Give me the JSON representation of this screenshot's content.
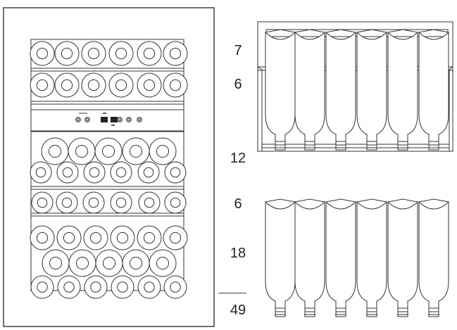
{
  "capacities": {
    "shelf_1": "7",
    "shelf_2": "6",
    "zone_mid": "12",
    "shelf_4": "6",
    "zone_bottom": "18",
    "total": "49"
  },
  "icons": {
    "cabinet": "wine-cabinet-front-icon",
    "control_panel": "control-panel-icon",
    "bottle": "wine-bottle-icon"
  }
}
